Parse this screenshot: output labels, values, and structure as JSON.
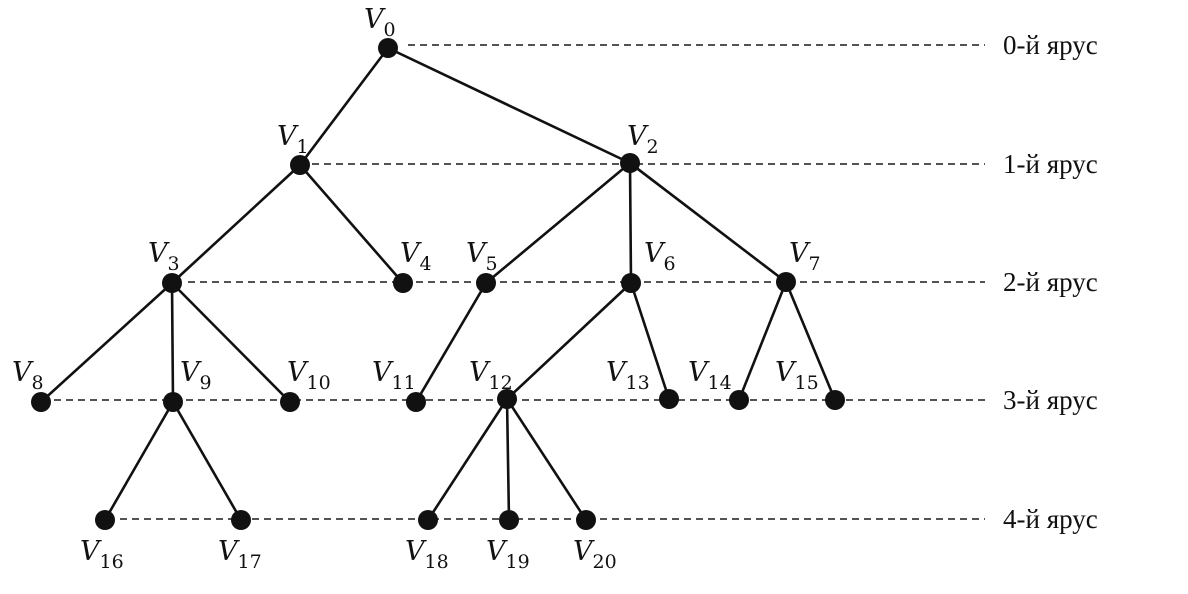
{
  "diagram": {
    "nodes": [
      {
        "id": "V0",
        "label": "V",
        "sub": "0"
      },
      {
        "id": "V1",
        "label": "V",
        "sub": "1"
      },
      {
        "id": "V2",
        "label": "V",
        "sub": "2"
      },
      {
        "id": "V3",
        "label": "V",
        "sub": "3"
      },
      {
        "id": "V4",
        "label": "V",
        "sub": "4"
      },
      {
        "id": "V5",
        "label": "V",
        "sub": "5"
      },
      {
        "id": "V6",
        "label": "V",
        "sub": "6"
      },
      {
        "id": "V7",
        "label": "V",
        "sub": "7"
      },
      {
        "id": "V8",
        "label": "V",
        "sub": "8"
      },
      {
        "id": "V9",
        "label": "V",
        "sub": "9"
      },
      {
        "id": "V10",
        "label": "V",
        "sub": "10"
      },
      {
        "id": "V11",
        "label": "V",
        "sub": "11"
      },
      {
        "id": "V12",
        "label": "V",
        "sub": "12"
      },
      {
        "id": "V13",
        "label": "V",
        "sub": "13"
      },
      {
        "id": "V14",
        "label": "V",
        "sub": "14"
      },
      {
        "id": "V15",
        "label": "V",
        "sub": "15"
      },
      {
        "id": "V16",
        "label": "V",
        "sub": "16"
      },
      {
        "id": "V17",
        "label": "V",
        "sub": "17"
      },
      {
        "id": "V18",
        "label": "V",
        "sub": "18"
      },
      {
        "id": "V19",
        "label": "V",
        "sub": "19"
      },
      {
        "id": "V20",
        "label": "V",
        "sub": "20"
      }
    ],
    "edges": [
      [
        "V0",
        "V1"
      ],
      [
        "V0",
        "V2"
      ],
      [
        "V1",
        "V3"
      ],
      [
        "V1",
        "V4"
      ],
      [
        "V2",
        "V5"
      ],
      [
        "V2",
        "V6"
      ],
      [
        "V2",
        "V7"
      ],
      [
        "V3",
        "V8"
      ],
      [
        "V3",
        "V9"
      ],
      [
        "V3",
        "V10"
      ],
      [
        "V5",
        "V11"
      ],
      [
        "V6",
        "V12"
      ],
      [
        "V6",
        "V13"
      ],
      [
        "V7",
        "V14"
      ],
      [
        "V7",
        "V15"
      ],
      [
        "V9",
        "V16"
      ],
      [
        "V9",
        "V17"
      ],
      [
        "V12",
        "V18"
      ],
      [
        "V12",
        "V19"
      ],
      [
        "V12",
        "V20"
      ]
    ],
    "levels": [
      {
        "label": "0-й ярус"
      },
      {
        "label": "1-й ярус"
      },
      {
        "label": "2-й ярус"
      },
      {
        "label": "3-й ярус"
      },
      {
        "label": "4-й ярус"
      }
    ],
    "colors": {
      "ink": "#111111",
      "background": "#ffffff"
    }
  }
}
